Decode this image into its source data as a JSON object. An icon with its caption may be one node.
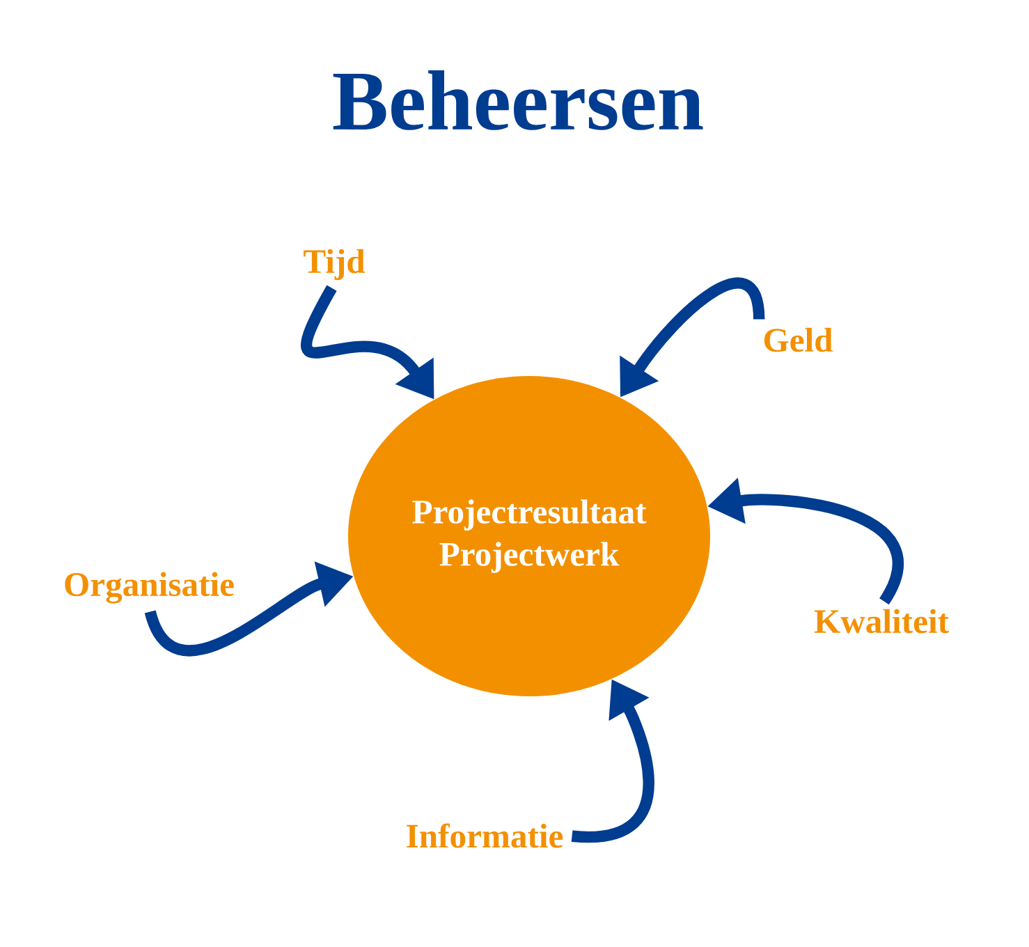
{
  "diagram": {
    "title": "Beheersen",
    "nodes": [
      {
        "text": [
          "Projectresultaat",
          "Projectwerk"
        ]
      },
      {
        "text": [
          "Tijd"
        ]
      },
      {
        "text": [
          "Geld"
        ]
      },
      {
        "text": [
          "Kwaliteit"
        ]
      },
      {
        "text": [
          "Informatie"
        ]
      },
      {
        "text": [
          "Organisatie"
        ]
      }
    ],
    "edges": [
      {
        "from": 1,
        "to": 0,
        "arrow": "to"
      },
      {
        "from": 2,
        "to": 0,
        "arrow": "to"
      },
      {
        "from": 3,
        "to": 0,
        "arrow": "to"
      },
      {
        "from": 4,
        "to": 0,
        "arrow": "to"
      },
      {
        "from": 5,
        "to": 0,
        "arrow": "to"
      }
    ]
  }
}
